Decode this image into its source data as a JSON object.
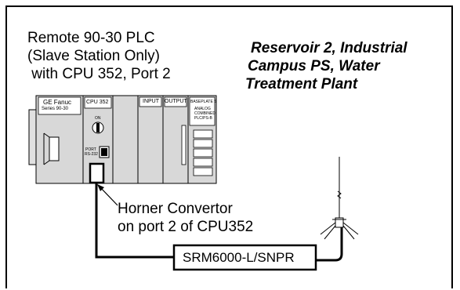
{
  "plc_label": {
    "line1": "Remote 90-30 PLC",
    "line2": "(Slave Station Only)",
    "line3": " with CPU 352, Port 2"
  },
  "site_label": {
    "line1": "Reservoir 2, Industrial",
    "line2": "Campus PS, Water",
    "line3": "Treatment Plant"
  },
  "converter_label": {
    "line1": "Horner Convertor",
    "line2": "on port 2 of CPU352"
  },
  "radio_label": "SRM6000-L/SNPR",
  "rack": {
    "brand_line1": "GE Fanuc",
    "brand_line2": "Series 90-30",
    "cpu_label": "CPU 352",
    "cpu_on": "ON",
    "cpu_port": "PORT",
    "cpu_port2": "RS-232",
    "input_label": "INPUT",
    "output_label": "OUTPUT",
    "last_label": "BASEPLATE 5",
    "last_sub1": "ANALOG",
    "last_sub2": "COMBINED",
    "last_sub3": "PLC/PS-B"
  },
  "colors": {
    "line": "#000000",
    "background": "#ffffff",
    "module_fill": "#d8d8d8"
  }
}
